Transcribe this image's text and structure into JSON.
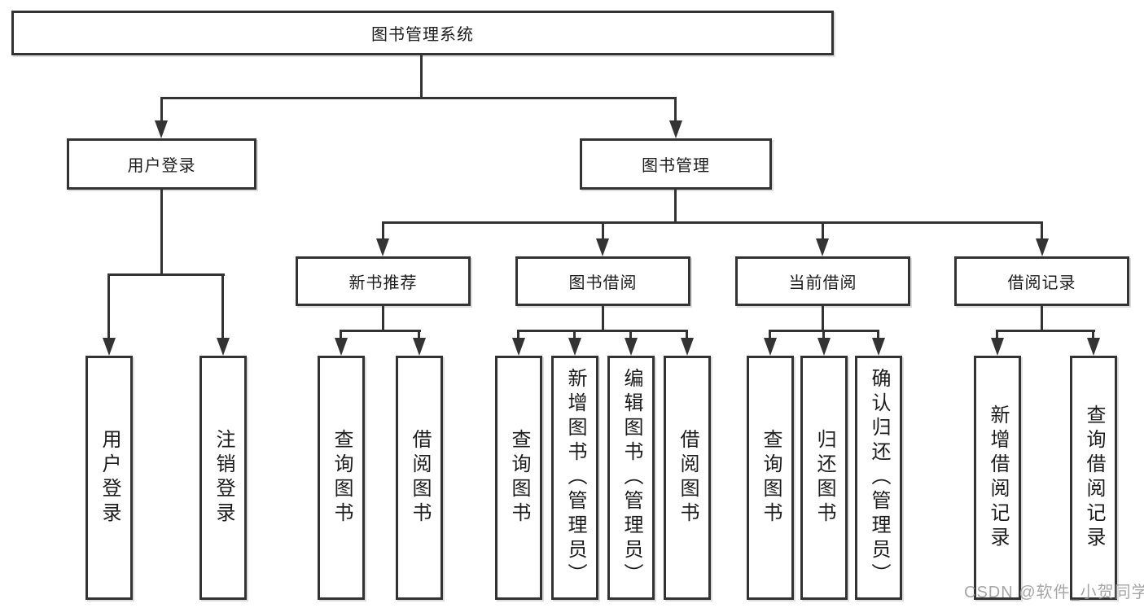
{
  "diagram_title": "图书管理系统",
  "watermark": "CSDN @软件_小贺同学",
  "colors": {
    "line": "#333333",
    "node_border": "#333333",
    "node_text": "#1c1c1c",
    "watermark_text": "#969696",
    "background": "#ffffff"
  },
  "tree": {
    "root": {
      "label": "图书管理系统",
      "children": [
        {
          "label": "用户登录",
          "children": [
            {
              "label": "用户登录"
            },
            {
              "label": "注销登录"
            }
          ]
        },
        {
          "label": "图书管理",
          "children": [
            {
              "label": "新书推荐",
              "children": [
                {
                  "label": "查询图书"
                },
                {
                  "label": "借阅图书"
                }
              ]
            },
            {
              "label": "图书借阅",
              "children": [
                {
                  "label": "查询图书"
                },
                {
                  "label": "新增图书（管理员）"
                },
                {
                  "label": "编辑图书（管理员）"
                },
                {
                  "label": "借阅图书"
                }
              ]
            },
            {
              "label": "当前借阅",
              "children": [
                {
                  "label": "查询图书"
                },
                {
                  "label": "归还图书"
                },
                {
                  "label": "确认归还（管理员）"
                }
              ]
            },
            {
              "label": "借阅记录",
              "children": [
                {
                  "label": "新增借阅记录"
                },
                {
                  "label": "查询借阅记录"
                }
              ]
            }
          ]
        }
      ]
    }
  }
}
